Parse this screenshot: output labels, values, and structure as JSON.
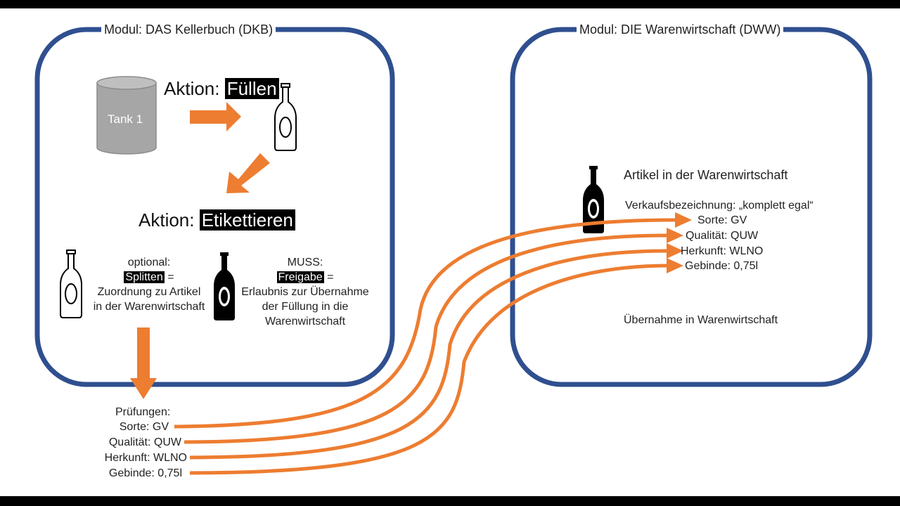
{
  "modules": {
    "dkb": {
      "title": "Modul: DAS Kellerbuch (DKB)"
    },
    "dww": {
      "title": "Modul: DIE Warenwirtschaft (DWW)"
    }
  },
  "tank": {
    "label": "Tank 1"
  },
  "action_fill": {
    "prefix": "Aktion: ",
    "keyword": "Füllen"
  },
  "action_label": {
    "prefix": "Aktion: ",
    "keyword": "Etikettieren"
  },
  "optional": {
    "heading": "optional:",
    "keyword": "Splitten",
    "suffix": " =",
    "line1": "Zuordnung zu Artikel",
    "line2": "in der Warenwirtschaft"
  },
  "muss": {
    "heading": "MUSS:",
    "keyword": "Freigabe",
    "suffix": " =",
    "line1": "Erlaubnis zur Übernahme",
    "line2": "der Füllung in die",
    "line3": "Warenwirtschaft"
  },
  "checks": {
    "heading": "Prüfungen:",
    "items": [
      "Sorte: GV",
      "Qualität: QUW",
      "Herkunft: WLNO",
      "Gebinde: 0,75l"
    ]
  },
  "article": {
    "title": "Artikel in der Warenwirtschaft",
    "sales_name": "Verkaufsbezeichnung: „komplett egal“",
    "items": [
      "Sorte: GV",
      "Qualität: QUW",
      "Herkunft: WLNO",
      "Gebinde: 0,75l"
    ]
  },
  "takeover": {
    "label": "Übernahme in Warenwirtschaft"
  },
  "colors": {
    "module_border": "#2f4f8f",
    "arrow": "#ed7d31",
    "tank": "#a6a6a6",
    "tank_stroke": "#8c8c8c"
  }
}
